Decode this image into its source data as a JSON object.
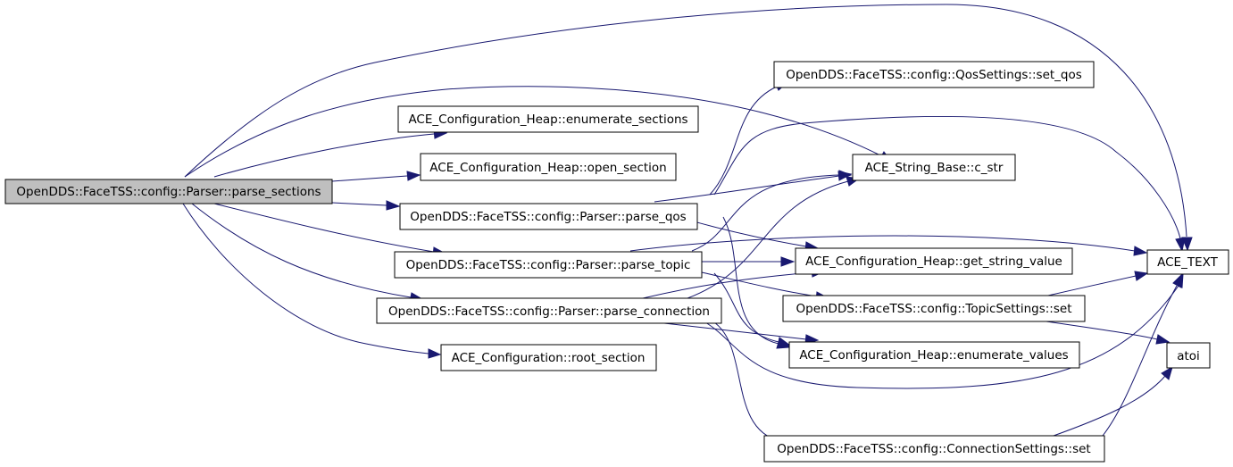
{
  "colors": {
    "edge": "#191970",
    "root_fill": "#bfbfbf",
    "node_fill": "#ffffff",
    "node_border": "#000000"
  },
  "nodes": {
    "parse_sections": "OpenDDS::FaceTSS::config::Parser::parse_sections",
    "enumerate_sections": "ACE_Configuration_Heap::enumerate_sections",
    "open_section": "ACE_Configuration_Heap::open_section",
    "parse_qos": "OpenDDS::FaceTSS::config::Parser::parse_qos",
    "parse_topic": "OpenDDS::FaceTSS::config::Parser::parse_topic",
    "parse_connection": "OpenDDS::FaceTSS::config::Parser::parse_connection",
    "root_section": "ACE_Configuration::root_section",
    "set_qos": "OpenDDS::FaceTSS::config::QosSettings::set_qos",
    "c_str": "ACE_String_Base::c_str",
    "get_string_value": "ACE_Configuration_Heap::get_string_value",
    "topic_set": "OpenDDS::FaceTSS::config::TopicSettings::set",
    "enumerate_values": "ACE_Configuration_Heap::enumerate_values",
    "connection_set": "OpenDDS::FaceTSS::config::ConnectionSettings::set",
    "ace_text": "ACE_TEXT",
    "atoi": "atoi"
  }
}
